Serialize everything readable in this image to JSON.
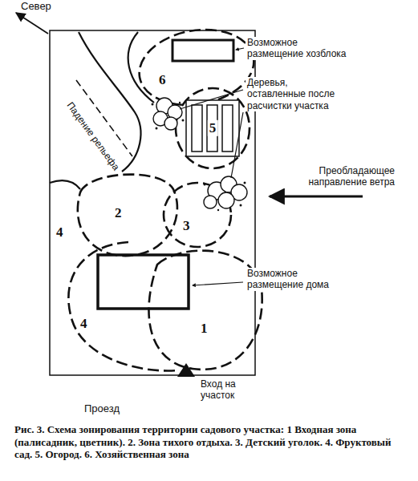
{
  "diagram": {
    "caption": "Рис. 3. Схема зонирования территории садового участка: 1 Входная зона (палисадник, цветник). 2. Зона тихого отдыха. 3. Детский уголок. 4. Фруктовый сад. 5. Огород. 6. Хозяйственная зона",
    "labels": [
      "Север",
      "Возможное размещение хозблока",
      "6",
      "Деревья, оставленные после расчистки участка",
      "Падение рельефа",
      "5",
      "Преобладающее направление ветра",
      "2",
      "3",
      "4",
      "Возможное размещение дома",
      "4",
      "1",
      "Вход на участок",
      "Проезд"
    ]
  }
}
